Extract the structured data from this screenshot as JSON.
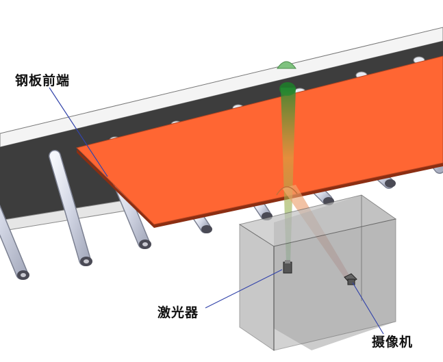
{
  "labels": {
    "steel_front": "钢板前端",
    "laser": "激光器",
    "camera": "摄像机"
  },
  "colors": {
    "steel_plate": "#ff6633",
    "steel_plate_edge": "#8b2e12",
    "conveyor_belt": "#3d3d3d",
    "rail": "#f2f2f2",
    "roller": "#d8dcea",
    "enclosure": "#9a9a9a",
    "laser_beam": "#2fb34a",
    "camera_view": "#f0a060",
    "leader_line": "#3344aa"
  }
}
